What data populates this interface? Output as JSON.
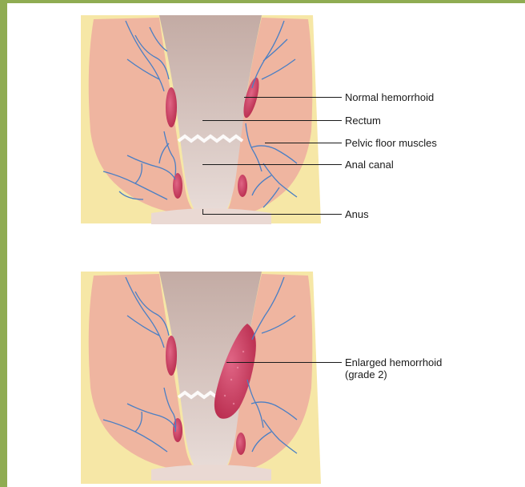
{
  "diagrams": [
    {
      "name": "normal",
      "labels": {
        "normal_hemorrhoid": "Normal hemorrhoid",
        "rectum": "Rectum",
        "pelvic_floor_muscles": "Pelvic floor muscles",
        "anal_canal": "Anal canal",
        "anus": "Anus"
      }
    },
    {
      "name": "enlarged",
      "labels": {
        "enlarged_line1": "Enlarged hemorrhoid",
        "enlarged_line2": "(grade 2)"
      }
    }
  ],
  "colors": {
    "frame": "#8fac52",
    "fat": "#f6e7a6",
    "muscle": "#efb5a0",
    "lumen": "#cbb5ae",
    "hemorrhoid": "#c8385a",
    "vein": "#4a7fc4"
  }
}
